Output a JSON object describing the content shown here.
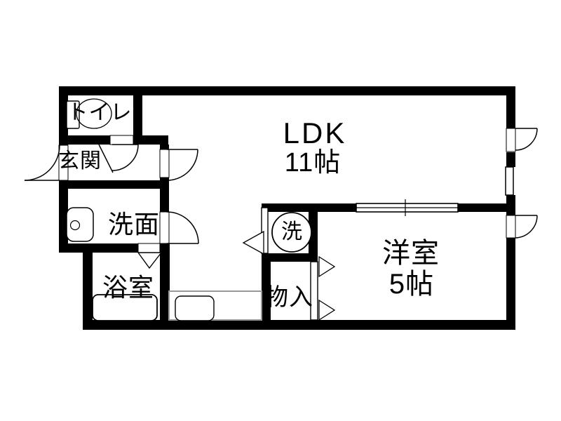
{
  "floorplan": {
    "type": "japanese-apartment-floor-plan",
    "rooms": {
      "toilet": {
        "label": "トイレ"
      },
      "entrance": {
        "label": "玄関"
      },
      "washroom": {
        "label": "洗面"
      },
      "bathroom": {
        "label": "浴室"
      },
      "ldk": {
        "label": "LDK",
        "size": "11帖"
      },
      "western": {
        "label": "洋室",
        "size": "5帖"
      },
      "storage": {
        "label": "物入"
      },
      "laundry": {
        "symbol": "洗"
      }
    },
    "colors": {
      "wall": "#000000",
      "background": "#ffffff",
      "counter_line": "#999999",
      "fixture_line": "#000000"
    }
  }
}
